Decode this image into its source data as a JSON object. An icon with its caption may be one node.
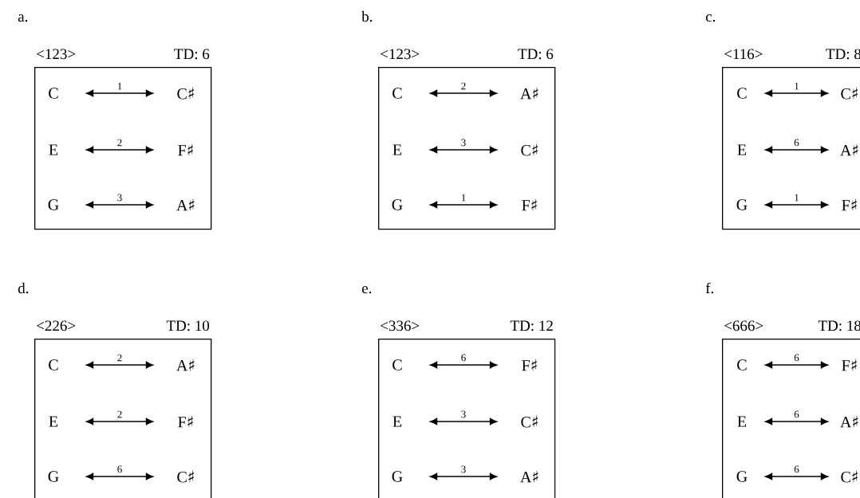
{
  "diagram": {
    "nodes": [
      {
        "text": [
          "<123>",
          "TD: 6"
        ],
        "beside": [
          "a."
        ]
      },
      {
        "text": [
          "C"
        ],
        "in": 0
      },
      {
        "text": [
          "C♯"
        ],
        "in": 0
      },
      {
        "text": [
          "E"
        ],
        "in": 0
      },
      {
        "text": [
          "F♯"
        ],
        "in": 0
      },
      {
        "text": [
          "G"
        ],
        "in": 0
      },
      {
        "text": [
          "A♯"
        ],
        "in": 0
      },
      {
        "text": [
          "<123>",
          "TD: 6"
        ],
        "beside": [
          "b."
        ]
      },
      {
        "text": [
          "C"
        ],
        "in": 7
      },
      {
        "text": [
          "A♯"
        ],
        "in": 7
      },
      {
        "text": [
          "E"
        ],
        "in": 7
      },
      {
        "text": [
          "C♯"
        ],
        "in": 7
      },
      {
        "text": [
          "G"
        ],
        "in": 7
      },
      {
        "text": [
          "F♯"
        ],
        "in": 7
      },
      {
        "text": [
          "<116>",
          "TD: 8"
        ],
        "beside": [
          "c."
        ]
      },
      {
        "text": [
          "C"
        ],
        "in": 14
      },
      {
        "text": [
          "C♯"
        ],
        "in": 14
      },
      {
        "text": [
          "E"
        ],
        "in": 14
      },
      {
        "text": [
          "A♯"
        ],
        "in": 14
      },
      {
        "text": [
          "G"
        ],
        "in": 14
      },
      {
        "text": [
          "F♯"
        ],
        "in": 14
      },
      {
        "text": [
          "<226>",
          "TD: 10"
        ],
        "beside": [
          "d."
        ]
      },
      {
        "text": [
          "C"
        ],
        "in": 21
      },
      {
        "text": [
          "A♯"
        ],
        "in": 21
      },
      {
        "text": [
          "E"
        ],
        "in": 21
      },
      {
        "text": [
          "F♯"
        ],
        "in": 21
      },
      {
        "text": [
          "G"
        ],
        "in": 21
      },
      {
        "text": [
          "C♯"
        ],
        "in": 21
      },
      {
        "text": [
          "<336>",
          "TD: 12"
        ],
        "beside": [
          "e."
        ]
      },
      {
        "text": [
          "C"
        ],
        "in": 28
      },
      {
        "text": [
          "F♯"
        ],
        "in": 28
      },
      {
        "text": [
          "E"
        ],
        "in": 28
      },
      {
        "text": [
          "C♯"
        ],
        "in": 28
      },
      {
        "text": [
          "G"
        ],
        "in": 28
      },
      {
        "text": [
          "A♯"
        ],
        "in": 28
      },
      {
        "text": [
          "<666>",
          "TD: 18"
        ],
        "beside": [
          "f."
        ]
      },
      {
        "text": [
          "C"
        ],
        "in": 35
      },
      {
        "text": [
          "F♯"
        ],
        "in": 35
      },
      {
        "text": [
          "E"
        ],
        "in": 35
      },
      {
        "text": [
          "A♯"
        ],
        "in": 35
      },
      {
        "text": [
          "G"
        ],
        "in": 35
      },
      {
        "text": [
          "C♯"
        ],
        "in": 35
      }
    ],
    "edges": [
      {
        "from": 1,
        "to": 2,
        "arrow": "both",
        "label": "1"
      },
      {
        "from": 3,
        "to": 4,
        "arrow": "both",
        "label": "2"
      },
      {
        "from": 5,
        "to": 6,
        "arrow": "both",
        "label": "3"
      },
      {
        "from": 8,
        "to": 9,
        "arrow": "both",
        "label": "2"
      },
      {
        "from": 10,
        "to": 11,
        "arrow": "both",
        "label": "3"
      },
      {
        "from": 12,
        "to": 13,
        "arrow": "both",
        "label": "1"
      },
      {
        "from": 15,
        "to": 16,
        "arrow": "both",
        "label": "1"
      },
      {
        "from": 17,
        "to": 18,
        "arrow": "both",
        "label": "6"
      },
      {
        "from": 19,
        "to": 20,
        "arrow": "both",
        "label": "1"
      },
      {
        "from": 22,
        "to": 23,
        "arrow": "both",
        "label": "2"
      },
      {
        "from": 24,
        "to": 25,
        "arrow": "both",
        "label": "2"
      },
      {
        "from": 26,
        "to": 27,
        "arrow": "both",
        "label": "6"
      },
      {
        "from": 29,
        "to": 30,
        "arrow": "both",
        "label": "6"
      },
      {
        "from": 31,
        "to": 32,
        "arrow": "both",
        "label": "3"
      },
      {
        "from": 33,
        "to": 34,
        "arrow": "both",
        "label": "3"
      },
      {
        "from": 36,
        "to": 37,
        "arrow": "both",
        "label": "6"
      },
      {
        "from": 38,
        "to": 39,
        "arrow": "both",
        "label": "6"
      },
      {
        "from": 40,
        "to": 41,
        "arrow": "both",
        "label": "6"
      }
    ]
  }
}
